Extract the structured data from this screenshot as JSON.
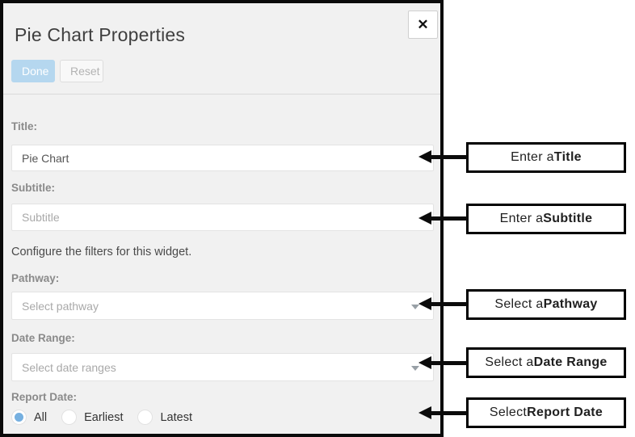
{
  "dialog": {
    "title": "Pie Chart Properties",
    "close_glyph": "✕",
    "buttons": {
      "done": "Done",
      "reset": "Reset"
    },
    "fields": {
      "title": {
        "label": "Title:",
        "value": "Pie Chart"
      },
      "subtitle": {
        "label": "Subtitle:",
        "placeholder": "Subtitle"
      },
      "filters_note": "Configure the filters for this widget.",
      "pathway": {
        "label": "Pathway:",
        "placeholder": "Select pathway"
      },
      "date_range": {
        "label": "Date Range:",
        "placeholder": "Select date ranges"
      },
      "report_date": {
        "label": "Report Date:",
        "options": [
          {
            "label": "All",
            "selected": true
          },
          {
            "label": "Earliest",
            "selected": false
          },
          {
            "label": "Latest",
            "selected": false
          }
        ]
      }
    }
  },
  "annotations": [
    {
      "prefix": "Enter a ",
      "emphasis": "Title"
    },
    {
      "prefix": "Enter a ",
      "emphasis": "Subtitle"
    },
    {
      "prefix": "Select a ",
      "emphasis": "Pathway"
    },
    {
      "prefix": "Select a ",
      "emphasis": "Date Range"
    },
    {
      "prefix": "Select ",
      "emphasis": "Report Date"
    }
  ],
  "colors": {
    "dialog_background": "#f1f1f1",
    "dialog_border": "#0b0b0b",
    "done_button_bg": "#b5d7ef",
    "done_button_text": "#ffffff",
    "reset_button_text": "#b3b3b3",
    "label_text": "#8a8a8a",
    "input_text": "#555555",
    "placeholder_text": "#a9a9a9",
    "radio_selected": "#76b0e0",
    "annotation_border": "#000000"
  }
}
